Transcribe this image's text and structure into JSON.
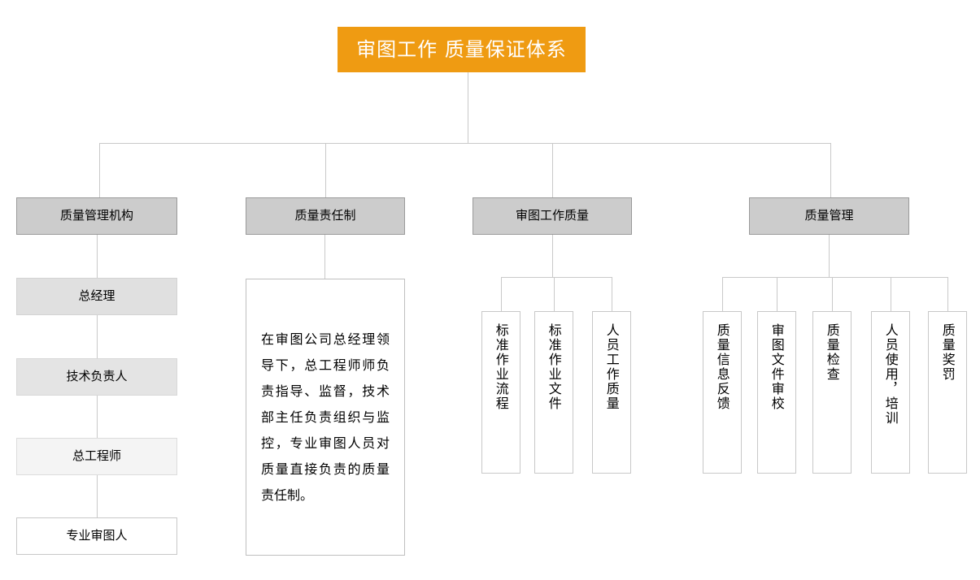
{
  "title": {
    "text": "审图工作 质量保证体系",
    "bg_color": "#ef9b12",
    "text_color": "#ffffff"
  },
  "colors": {
    "accent": "#ef9b12",
    "header_box_bg": "#cccccc",
    "header_box_border": "#9a9a9a",
    "connector": "#c9c9c9",
    "leaf_border": "#c8c8c8"
  },
  "branches": [
    {
      "header": "质量管理机构",
      "type": "chain",
      "nodes": [
        "总经理",
        "技术负责人",
        "总工程师",
        "专业审图人"
      ]
    },
    {
      "header": "质量责任制",
      "type": "paragraph",
      "paragraph": "在审图公司总经理领导下，总工程师师负责指导、监督，技术部主任负责组织与监控，专业审图人员对质量直接负责的质量责任制。"
    },
    {
      "header": "审图工作质量",
      "type": "vertical-leaves",
      "nodes": [
        "标准作业流程",
        "标准作业文件",
        "人员工作质量"
      ]
    },
    {
      "header": "质量管理",
      "type": "vertical-leaves",
      "nodes": [
        "质量信息反馈",
        "审图文件审校",
        "质量检查",
        "人员使用，培训",
        "质量奖罚"
      ]
    }
  ]
}
